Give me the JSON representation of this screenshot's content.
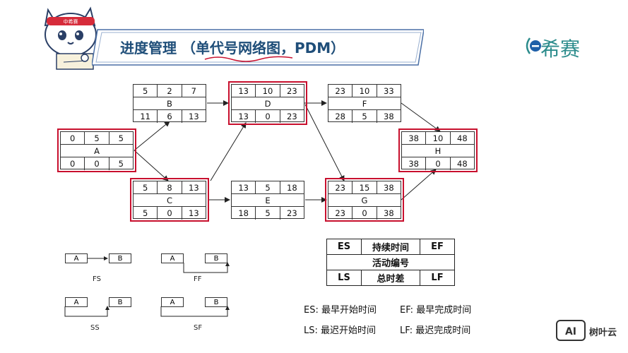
{
  "header": {
    "title": "进度管理 （单代号网络图，PDM）",
    "brand": "希赛",
    "mascot_sign": "中希赛"
  },
  "nodes": [
    {
      "id": "A",
      "es": "0",
      "dur": "5",
      "ef": "5",
      "ls": "0",
      "tf": "0",
      "lf": "5",
      "critical": true
    },
    {
      "id": "B",
      "es": "5",
      "dur": "2",
      "ef": "7",
      "ls": "11",
      "tf": "6",
      "lf": "13",
      "critical": false
    },
    {
      "id": "C",
      "es": "5",
      "dur": "8",
      "ef": "13",
      "ls": "5",
      "tf": "0",
      "lf": "13",
      "critical": true
    },
    {
      "id": "D",
      "es": "13",
      "dur": "10",
      "ef": "23",
      "ls": "13",
      "tf": "0",
      "lf": "23",
      "critical": true
    },
    {
      "id": "E",
      "es": "13",
      "dur": "5",
      "ef": "18",
      "ls": "18",
      "tf": "5",
      "lf": "23",
      "critical": false
    },
    {
      "id": "F",
      "es": "23",
      "dur": "10",
      "ef": "33",
      "ls": "28",
      "tf": "5",
      "lf": "38",
      "critical": false
    },
    {
      "id": "G",
      "es": "23",
      "dur": "15",
      "ef": "38",
      "ls": "23",
      "tf": "0",
      "lf": "38",
      "critical": true
    },
    {
      "id": "H",
      "es": "38",
      "dur": "10",
      "ef": "48",
      "ls": "38",
      "tf": "0",
      "lf": "48",
      "critical": true
    }
  ],
  "legend": {
    "es": "ES",
    "duration": "持续时间",
    "ef": "EF",
    "activity": "活动编号",
    "ls": "LS",
    "total_float": "总时差",
    "lf": "LF"
  },
  "definitions": {
    "es_def": "ES:  最早开始时间",
    "ef_def": "EF:  最早完成时间",
    "ls_def": "LS:  最迟开始时间",
    "lf_def": "LF:  最迟完成时间"
  },
  "relations": [
    {
      "label": "FS",
      "from": "A",
      "to": "B"
    },
    {
      "label": "FF",
      "from": "A",
      "to": "B"
    },
    {
      "label": "SS",
      "from": "A",
      "to": "B"
    },
    {
      "label": "SF",
      "from": "A",
      "to": "B"
    }
  ],
  "watermark": "树叶云",
  "watermark_badge": "AI",
  "colors": {
    "critical": "#c8102e",
    "title": "#1f4e79",
    "brand": "#2c8c8c"
  }
}
